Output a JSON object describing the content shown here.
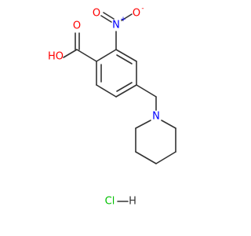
{
  "molecule": {
    "atoms": {
      "carboxyl_oxygen_double": "O",
      "hydroxyl_label": "HO",
      "nitro_nitrogen": "N",
      "nitro_nitrogen_charge": "+",
      "nitro_oxygen_double": "O",
      "nitro_oxygen_single": "O",
      "nitro_oxygen_charge": "-",
      "piperidine_nitrogen": "N"
    },
    "salt": {
      "chlorine": "Cl",
      "hydrogen": "H"
    }
  },
  "colors": {
    "bond": "#333333",
    "oxygen": "#ff0000",
    "nitrogen": "#0000ff",
    "chlorine": "#00c000",
    "carbon_text": "#333333"
  }
}
